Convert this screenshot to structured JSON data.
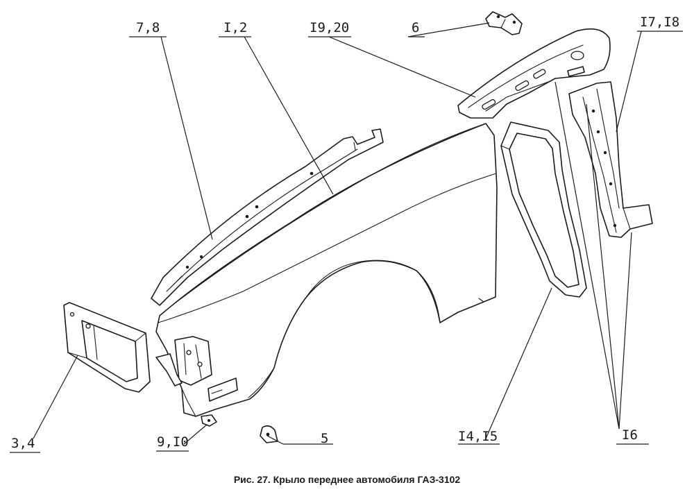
{
  "labels": {
    "l_7_8": "7,8",
    "l_1_2": "I,2",
    "l_19_20": "I9,20",
    "l_6": "6",
    "l_17_18": "I7,I8",
    "l_3_4": "3,4",
    "l_9_10": "9,I0",
    "l_5": "5",
    "l_14_15": "I4,I5",
    "l_16": "I6"
  },
  "caption": "Рис. 27. Крыло переднее автомобиля ГАЗ-3102",
  "colors": {
    "ink": "#1a1a1a",
    "paper": "#ffffff"
  }
}
